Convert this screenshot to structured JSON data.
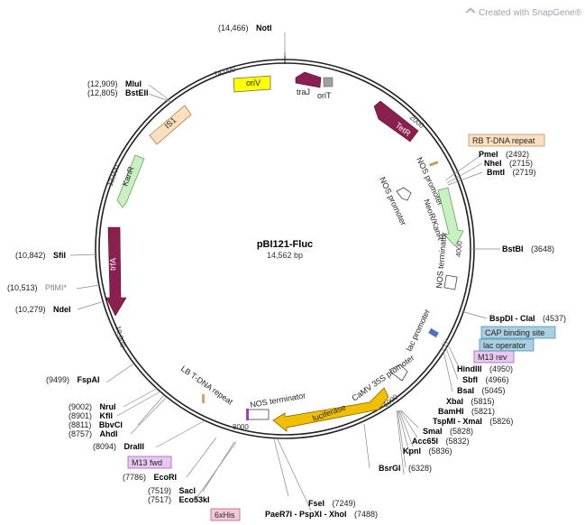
{
  "watermark": {
    "text": "Created with SnapGene®",
    "icon": "snapgene-logo-icon"
  },
  "plasmid": {
    "name": "pBI121-Fluc",
    "length_text": "14,562 bp"
  },
  "colors": {
    "backbone": "#222222",
    "tetR": "#8a2050",
    "kanR": "#c8f0c0",
    "NeoR": "#c8f0c0",
    "oriV": "#ffff00",
    "IS1": "#fbe0c0",
    "trfA": "#8a2050",
    "luciferase": "#f0c000",
    "traJ": "#8a2050",
    "oriT": "#a0a0a0"
  },
  "ticks": [
    "14,000",
    "2000",
    "4000",
    "6000",
    "8000",
    "10,000",
    "12,000"
  ],
  "features": {
    "oriV": "oriV",
    "traJ": "traJ",
    "oriT": "oriT",
    "TetR": "TetR",
    "IS1": "IS1",
    "KanR": "KanR",
    "trfA": "trfA",
    "NOS_promoter_outer": "NOS promoter",
    "NOS_promoter_inner": "NOS promoter",
    "NeoR": "NeoR/KanR",
    "NOS_terminator_right": "NOS terminator",
    "lac_promoter": "lac promoter",
    "CaMV": "CaMV 35S promoter",
    "luciferase": "luciferase",
    "NOS_terminator_bottom": "NOS terminator",
    "LB": "LB T-DNA repeat"
  },
  "boxed_features": {
    "rb_repeat": "RB T-DNA repeat",
    "cap_site": "CAP binding site",
    "lac_operator": "lac operator",
    "m13_rev": "M13 rev",
    "m13_fwd": "M13 fwd",
    "six_his": "6xHis"
  },
  "sites": {
    "NotI": {
      "pos": "(14,466)",
      "name": "NotI"
    },
    "MluI": {
      "pos": "(12,909)",
      "name": "MluI"
    },
    "BstEII": {
      "pos": "(12,805)",
      "name": "BstEII"
    },
    "SfiI": {
      "pos": "(10,842)",
      "name": "SfiI"
    },
    "PflMI": {
      "pos": "(10,513)",
      "name": "PflMI*"
    },
    "NdeI": {
      "pos": "(10,279)",
      "name": "NdeI"
    },
    "FspAI": {
      "pos": "(9499)",
      "name": "FspAI"
    },
    "NruI": {
      "pos": "(9002)",
      "name": "NruI"
    },
    "KflI": {
      "pos": "(8901)",
      "name": "KflI"
    },
    "BbvCI": {
      "pos": "(8811)",
      "name": "BbvCI"
    },
    "AhdI": {
      "pos": "(8757)",
      "name": "AhdI"
    },
    "DraIII": {
      "pos": "(8094)",
      "name": "DraIII"
    },
    "EcoRI": {
      "pos": "(7786)",
      "name": "EcoRI"
    },
    "SacI": {
      "pos": "(7519)",
      "name": "SacI"
    },
    "Eco53kI": {
      "pos": "(7517)",
      "name": "Eco53kI"
    },
    "FseI": {
      "pos": "(7249)",
      "name": "FseI"
    },
    "PaeR7I": {
      "pos": "(7488)",
      "name": "PaeR7I - PspXI - XhoI"
    },
    "BsrGI": {
      "pos": "(6328)",
      "name": "BsrGI"
    },
    "KpnI": {
      "pos": "(5836)",
      "name": "KpnI"
    },
    "Acc65I": {
      "pos": "(5832)",
      "name": "Acc65I"
    },
    "SmaI": {
      "pos": "(5828)",
      "name": "SmaI"
    },
    "TspMI": {
      "pos": "(5826)",
      "name": "TspMI - XmaI"
    },
    "BamHI": {
      "pos": "(5821)",
      "name": "BamHI"
    },
    "XbaI": {
      "pos": "(5815)",
      "name": "XbaI"
    },
    "BsaI": {
      "pos": "(5045)",
      "name": "BsaI"
    },
    "SbfI": {
      "pos": "(4966)",
      "name": "SbfI"
    },
    "HindIII": {
      "pos": "(4950)",
      "name": "HindIII"
    },
    "BspDI": {
      "pos": "(4537)",
      "name": "BspDI - ClaI"
    },
    "BstBI": {
      "pos": "(3648)",
      "name": "BstBI"
    },
    "BmtI": {
      "pos": "(2719)",
      "name": "BmtI"
    },
    "NheI": {
      "pos": "(2715)",
      "name": "NheI"
    },
    "PmeI": {
      "pos": "(2492)",
      "name": "PmeI"
    }
  }
}
